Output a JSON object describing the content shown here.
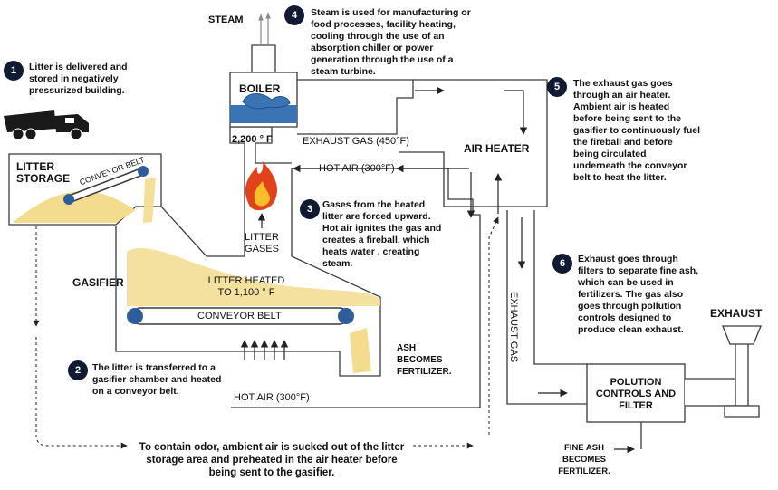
{
  "labels": {
    "steam": "STEAM",
    "boiler": "BOILER",
    "boiler_temp": "2,200 ° F",
    "exhaust_gas_450": "EXHAUST GAS (450°F)",
    "hot_air_300_top": "HOT AIR (300°F)",
    "air_heater": "AIR HEATER",
    "litter_gases": "LITTER GASES",
    "litter_storage": "LITTER STORAGE",
    "conveyor_belt_top": "CONVEYOR BELT",
    "gasifier": "GASIFIER",
    "litter_heated": "LITTER HEATED TO 1,100 ° F",
    "conveyor_belt_bottom": "CONVEYOR BELT",
    "ash_fertilizer": "ASH BECOMES FERTILIZER.",
    "hot_air_300_bottom": "HOT AIR (300°F)",
    "exhaust_gas_vertical": "EXHAUST GAS",
    "exhaust": "EXHAUST",
    "pollution_controls": "POLUTION CONTROLS AND FILTER",
    "fine_ash": "FINE ASH BECOMES FERTILIZER."
  },
  "steps": [
    {
      "number": "1",
      "text": "Litter is delivered and stored in negatively pressurized building."
    },
    {
      "number": "2",
      "text": "The litter is transferred to a gasifier chamber and heated on a conveyor belt."
    },
    {
      "number": "3",
      "text": "Gases from the heated litter are forced upward. Hot air ignites the gas and creates a fireball, which heats water , creating steam."
    },
    {
      "number": "4",
      "text": "Steam is used for manufacturing or food processes, facility heating, cooling through the use of an absorption chiller or power generation through the use of a steam turbine."
    },
    {
      "number": "5",
      "text": "The exhaust gas goes through an air heater. Ambient air is heated before being sent to the gasifier to continuously fuel the fireball and before being circulated underneath the conveyor belt to heat the litter."
    },
    {
      "number": "6",
      "text": "Exhaust goes through filters to separate fine ash, which can be used in fertilizers.  The gas also goes through pollution controls designed to produce clean exhaust."
    }
  ],
  "footer_note": "To contain odor, ambient air is sucked  out of the litter storage area and preheated in the air heater before being sent to the gasifier.",
  "colors": {
    "line": "#3a3a3a",
    "litter": "#f3dc8e",
    "water": "#3b74b4",
    "belt_roller": "#2f5d9a",
    "badge": "#101a33",
    "flame_outer": "#e0421b",
    "flame_inner": "#f7c02a"
  },
  "icons": [
    "dump-truck-icon",
    "fire-icon",
    "water-icon"
  ]
}
